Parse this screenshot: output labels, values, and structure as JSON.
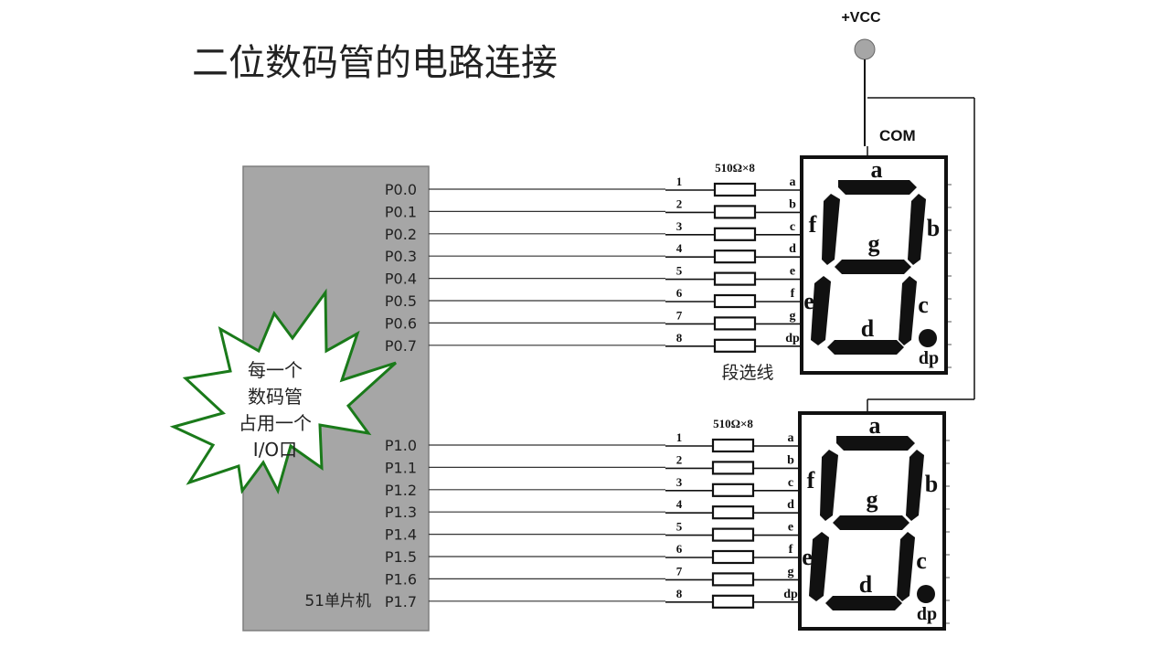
{
  "title": "二位数码管的电路连接",
  "power": {
    "label": "+VCC",
    "com_label": "COM",
    "node_color": "#a6a6a6"
  },
  "mcu": {
    "label": "51单片机",
    "fill": "#a6a6a6",
    "port0": [
      "P0.0",
      "P0.1",
      "P0.2",
      "P0.3",
      "P0.4",
      "P0.5",
      "P0.6",
      "P0.7"
    ],
    "port1": [
      "P1.0",
      "P1.1",
      "P1.2",
      "P1.3",
      "P1.4",
      "P1.5",
      "P1.6",
      "P1.7"
    ]
  },
  "resistors": {
    "label": "510Ω×8",
    "pins": [
      "1",
      "2",
      "3",
      "4",
      "5",
      "6",
      "7",
      "8"
    ],
    "segments": [
      "a",
      "b",
      "c",
      "d",
      "e",
      "f",
      "g",
      "dp"
    ]
  },
  "segment_line_label": "段选线",
  "display": {
    "segment_labels": {
      "a": "a",
      "b": "b",
      "c": "c",
      "d": "d",
      "e": "e",
      "f": "f",
      "g": "g",
      "dp": "dp"
    }
  },
  "callout": {
    "lines": [
      "每一个",
      "数码管",
      "占用一个",
      "I/O口"
    ],
    "stroke": "#1a7a1a"
  }
}
